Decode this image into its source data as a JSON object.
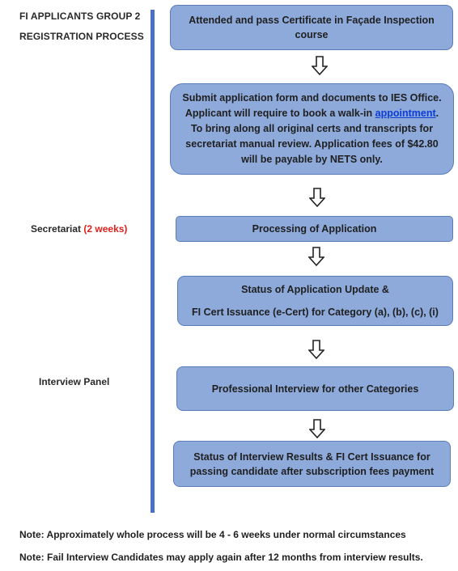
{
  "title": {
    "line1": "FI APPLICANTS GROUP 2",
    "line2": "REGISTRATION PROCESS"
  },
  "steps": {
    "step1": {
      "line1": "Attended and pass Certificate in Façade Inspection",
      "line2": "course"
    },
    "step2": {
      "line1": "Submit application form and documents to IES Office.",
      "line2_prefix": "Applicant will require to book a walk-in ",
      "line2_link": "appointment",
      "line2_suffix": ".",
      "line3": "To bring along all original certs and transcripts for",
      "line4": "secretariat manual review. Application fees of $42.80",
      "line5": "will be payable by NETS only."
    },
    "step3": {
      "text": "Processing of Application"
    },
    "step4": {
      "line1": "Status of Application Update &",
      "line2": "FI Cert Issuance (e-Cert) for Category (a), (b), (c), (i)"
    },
    "step5": {
      "text": "Professional Interview for other Categories"
    },
    "step6": {
      "line1": "Status of Interview Results & FI Cert Issuance for",
      "line2": "passing candidate after subscription fees payment"
    }
  },
  "side_labels": {
    "secretariat": "Secretariat",
    "secretariat_duration": "(2 weeks)",
    "interview_panel": "Interview Panel"
  },
  "notes": {
    "note1": "Note: Approximately whole process will be 4 - 6 weeks under normal circumstances",
    "note2": "Note: Fail Interview Candidates may apply again after 12 months from interview results."
  },
  "colors": {
    "box_fill": "#8eaadb",
    "timeline": "#4a72c4",
    "duration_text": "#e0201b",
    "link": "#0b3cd6"
  },
  "icons": {
    "flow_arrow": "down-arrow-icon"
  }
}
